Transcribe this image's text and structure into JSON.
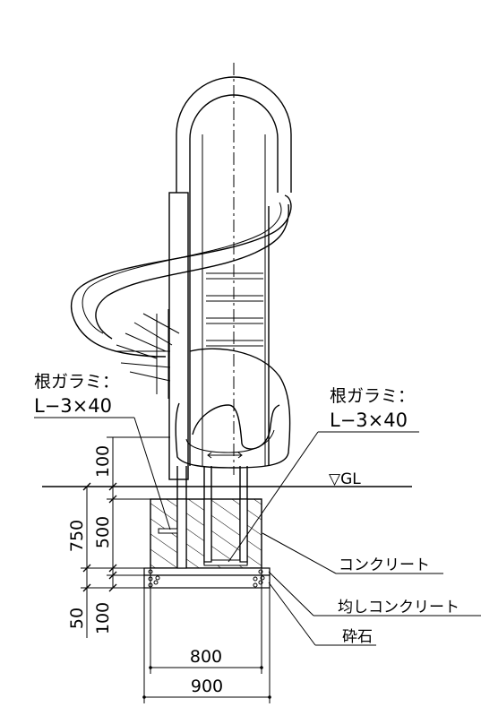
{
  "labels": {
    "negarami_left": "根ガラミ：",
    "negarami_left_size": "L−3×40",
    "negarami_right": "根ガラミ：",
    "negarami_right_size": "L−3×40",
    "ground_level": "▽GL",
    "concrete": "コンクリート",
    "leveling_concrete": "均しコンクリート",
    "crushed_stone": "砕石"
  },
  "dimensions": {
    "d100_top": "100",
    "d750": "750",
    "d500": "500",
    "d50": "50",
    "d100_bottom": "100",
    "d800": "800",
    "d900": "900"
  }
}
